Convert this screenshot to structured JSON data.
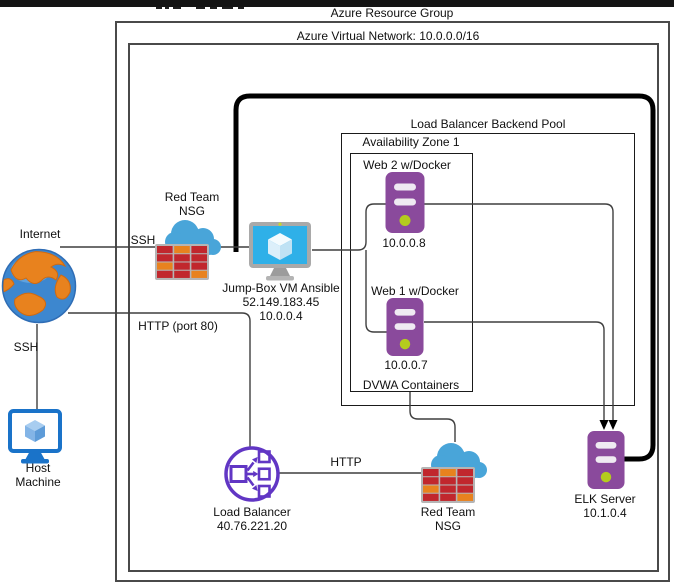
{
  "frame": {
    "resource_group": "Azure Resource Group",
    "virtual_network": "Azure Virtual Network: 10.0.0.0/16",
    "backend_pool": "Load Balancer Backend Pool",
    "availability_zone": "Availability Zone 1",
    "dvwa": "DVWA Containers"
  },
  "nodes": {
    "internet": {
      "label": "Internet"
    },
    "host": {
      "line1": "Host",
      "line2": "Machine"
    },
    "nsg_top": {
      "line1": "Red Team",
      "line2": "NSG"
    },
    "jumpbox": {
      "label": "Jump-Box VM Ansible",
      "ip_public": "52.149.183.45",
      "ip_private": "10.0.0.4"
    },
    "web2": {
      "label": "Web 2 w/Docker",
      "ip": "10.0.0.8"
    },
    "web1": {
      "label": "Web 1 w/Docker",
      "ip": "10.0.0.7"
    },
    "lb": {
      "label": "Load Balancer",
      "ip": "40.76.221.20"
    },
    "nsg_bottom": {
      "line1": "Red Team",
      "line2": "NSG"
    },
    "elk": {
      "label": "ELK Server",
      "ip": "10.1.0.4"
    }
  },
  "edges": {
    "ssh_top": "SSH",
    "ssh_down": "SSH",
    "http80": "HTTP (port 80)",
    "http": "HTTP"
  },
  "colors": {
    "server_purple": "#8a4a9c",
    "led_green": "#b4cc1e",
    "cloud_blue": "#49a5d9",
    "brick_red": "#c1272d",
    "brick_orange": "#e8821e",
    "lb_purple": "#6136c4",
    "monitor_blue": "#2fb0e8",
    "host_blue": "#1a73c9",
    "globe_blue": "#3d87cf",
    "globe_orange": "#e8821e"
  }
}
